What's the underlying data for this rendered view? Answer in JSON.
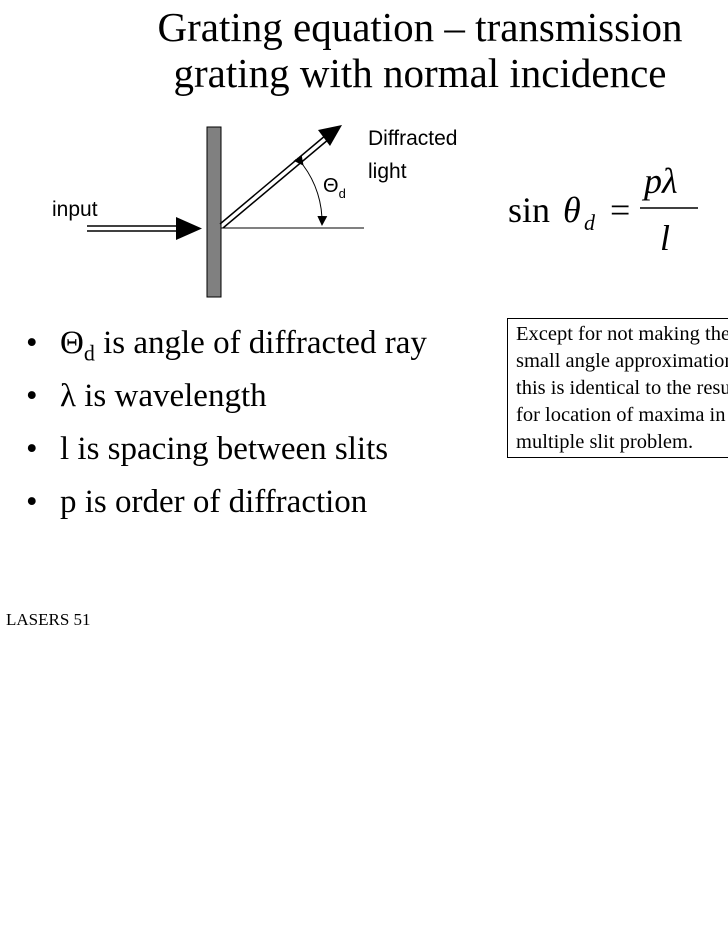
{
  "title": {
    "line1": "Grating equation – transmission",
    "line2": "grating with normal incidence"
  },
  "diagram": {
    "input_label": "input",
    "diffracted_label_line1": "Diffracted",
    "diffracted_label_line2": "light",
    "angle_symbol": "Θ",
    "angle_subscript": "d"
  },
  "equation": {
    "lhs_func": "sin",
    "lhs_var": "θ",
    "lhs_sub": "d",
    "equals": "=",
    "numerator": "pλ",
    "denominator": "l"
  },
  "bullets": [
    {
      "marker": "•",
      "symbol": "Θ",
      "sub": "d",
      "text": " is angle of diffracted ray"
    },
    {
      "marker": "•",
      "text": " λ is wavelength"
    },
    {
      "marker": "•",
      "text": "l is spacing between slits"
    },
    {
      "marker": "•",
      "text": "p is order of diffraction"
    }
  ],
  "note": {
    "lines": [
      "Except for not making the",
      "small angle approximation,",
      "this is identical to the result",
      "for location of maxima in the",
      "multiple slit problem."
    ]
  },
  "footer": "LASERS 51",
  "colors": {
    "grating": "#808080",
    "ink": "#000000",
    "background": "#ffffff"
  }
}
